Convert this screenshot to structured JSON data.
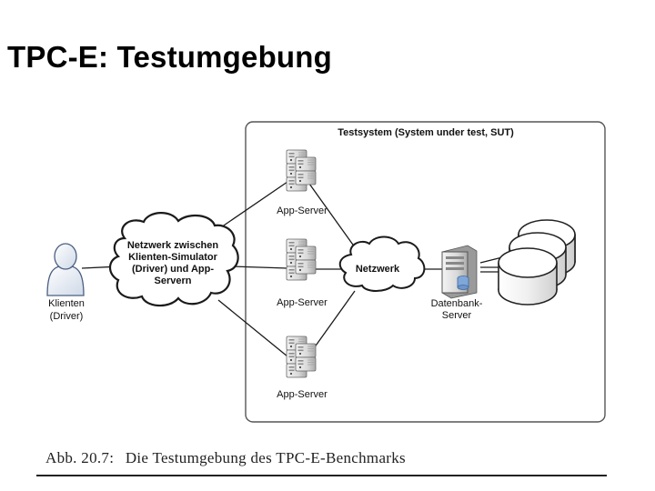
{
  "title": "TPC-E: Testumgebung",
  "diagram": {
    "sut_label": "Testsystem (System under test, SUT)",
    "client_label": [
      "Klienten",
      "(Driver)"
    ],
    "cloud_left_lines": [
      "Netzwerk zwischen",
      "Klienten-Simulator",
      "(Driver) und App-",
      "Servern"
    ],
    "cloud_right_label": "Netzwerk",
    "app_server_labels": [
      "App-Server",
      "App-Server",
      "App-Server"
    ],
    "db_server_label": [
      "Datenbank-",
      "Server"
    ]
  },
  "caption": {
    "number": "Abb. 20.7:",
    "text": "Die Testumgebung des TPC-E-Benchmarks"
  }
}
